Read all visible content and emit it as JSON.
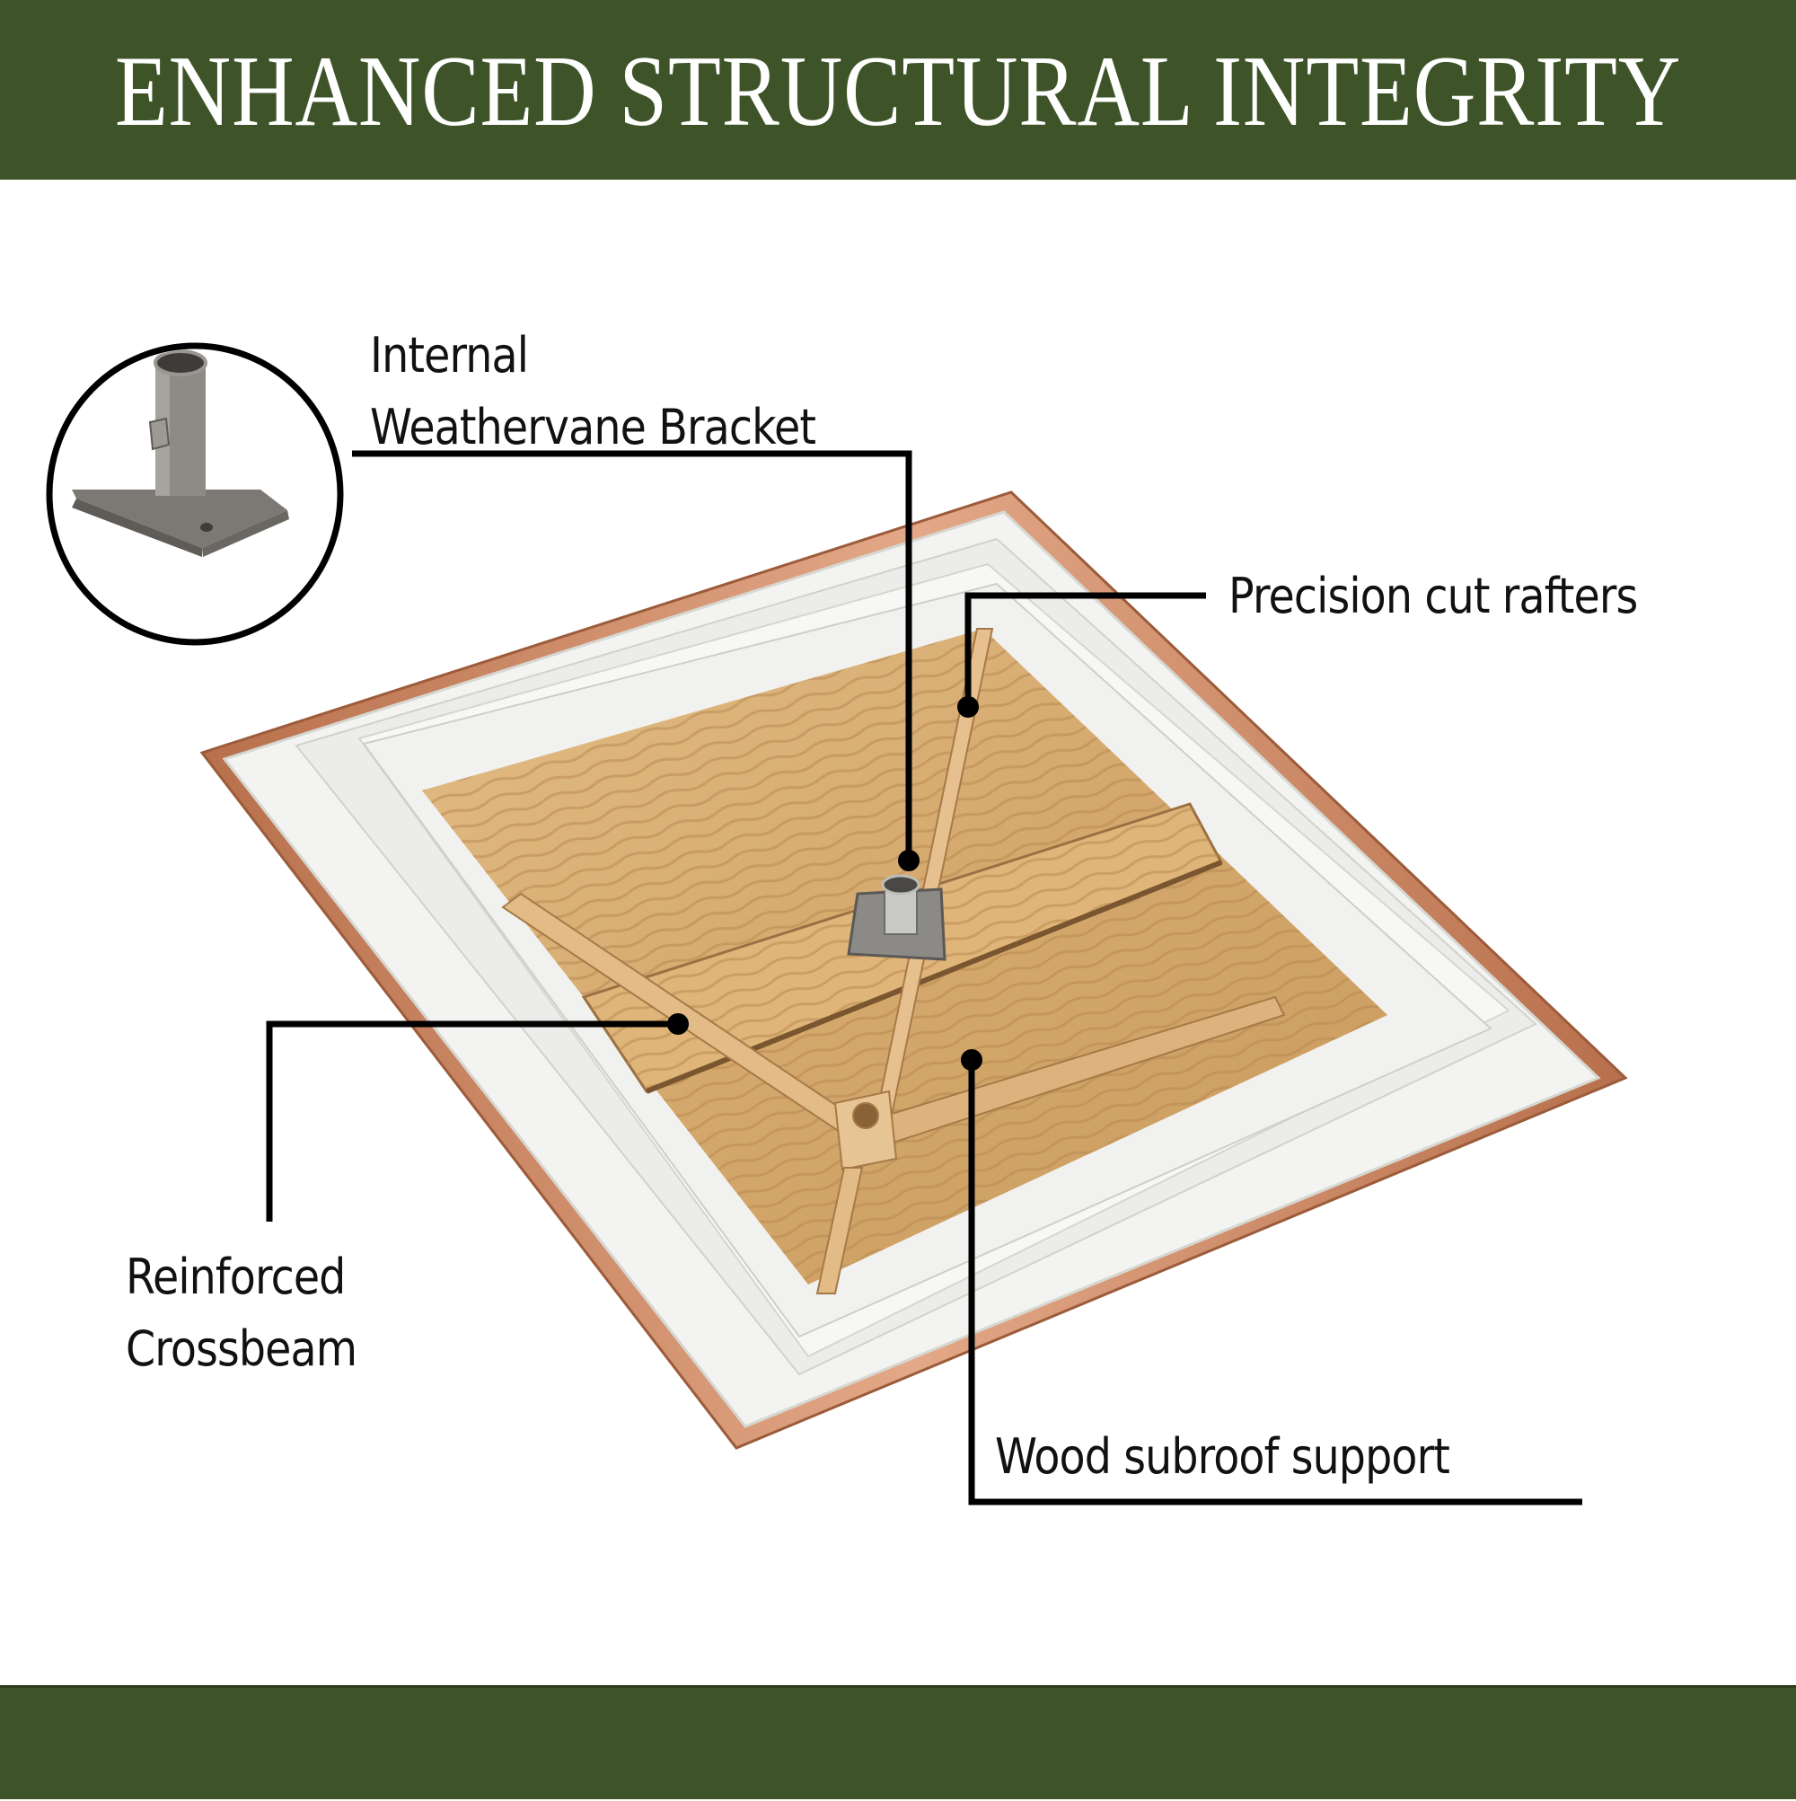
{
  "header": {
    "title": "ENHANCED STRUCTURAL INTEGRITY",
    "background_color": "#3e5428",
    "text_color": "#ffffff"
  },
  "footer": {
    "background_color": "#3e5428"
  },
  "product": {
    "description": "Underside view of a square cupola base with copper trim, white molding, plywood subroof, wood rafters and a central weathervane bracket",
    "copper_color": "#c98a63",
    "wood_color": "#d9b27a",
    "white_trim_color": "#f4f4f2"
  },
  "inset": {
    "icon": "weathervane-bracket-icon",
    "description": "Close-up of metal weathervane bracket with square base plate and bolt"
  },
  "callouts": [
    {
      "id": "bracket",
      "lines": [
        "Internal",
        "Weathervane Bracket"
      ]
    },
    {
      "id": "rafters",
      "lines": [
        "Precision cut rafters"
      ]
    },
    {
      "id": "crossbeam",
      "lines": [
        "Reinforced",
        "Crossbeam"
      ]
    },
    {
      "id": "subroof",
      "lines": [
        "Wood subroof support"
      ]
    }
  ]
}
